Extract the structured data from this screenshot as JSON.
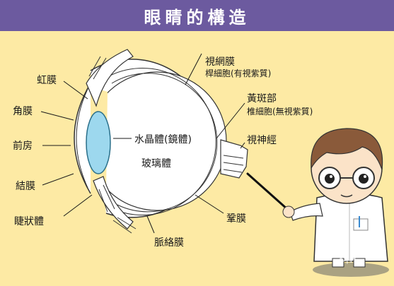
{
  "title": "眼睛的構造",
  "labels": {
    "retina": "視網膜",
    "rod_cells": "桿細胞(有視紫質)",
    "macula": "黃斑部",
    "cone_cells": "椎細胞(無視紫質)",
    "optic_nerve": "視神經",
    "lens": "水晶體(鏡體)",
    "vitreous": "玻璃體",
    "sclera": "鞏膜",
    "choroid": "脈絡膜",
    "iris": "虹膜",
    "cornea": "角膜",
    "anterior_chamber": "前房",
    "conjunctiva": "結膜",
    "ciliary_body": "睫狀體"
  },
  "watermark": "科P",
  "colors": {
    "background": "#fdeaa4",
    "header": "#6c5a9f",
    "lens": "#9dd8ee",
    "hair": "#8a5a3a"
  }
}
